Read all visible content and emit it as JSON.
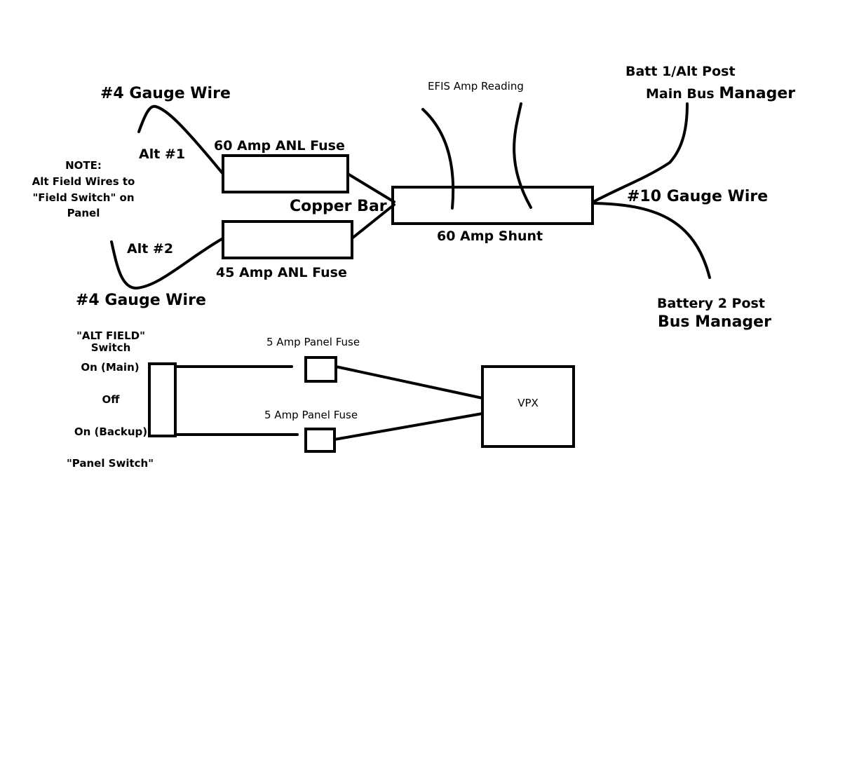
{
  "labels": {
    "gauge_wire_top": "#4 Gauge Wire",
    "gauge_wire_bottom": "#4 Gauge Wire",
    "alt1": "Alt #1",
    "alt2": "Alt #2",
    "fuse_60": "60 Amp ANL Fuse",
    "fuse_45": "45 Amp ANL Fuse",
    "note_line1": "NOTE:",
    "note_line2": "Alt Field Wires to",
    "note_line3": "\"Field Switch\" on",
    "note_line4": "Panel",
    "copper_bar": "Copper Bar",
    "efis": "EFIS Amp Reading",
    "shunt": "60 Amp Shunt",
    "batt1_line1": "Batt 1/Alt Post",
    "batt1_line2": "Main Bus Manager",
    "gauge10": "#10 Gauge Wire",
    "batt2_line1": "Battery 2 Post",
    "batt2_line2": "Bus Manager",
    "alt_field_line1": "\"ALT FIELD\"",
    "alt_field_line2": "Switch",
    "on_main": "On (Main)",
    "off": "Off",
    "on_backup": "On (Backup)",
    "panel_switch": "\"Panel Switch\"",
    "panel_fuse_top": "5 Amp Panel Fuse",
    "panel_fuse_bottom": "5 Amp Panel Fuse",
    "vpx": "VPX"
  }
}
